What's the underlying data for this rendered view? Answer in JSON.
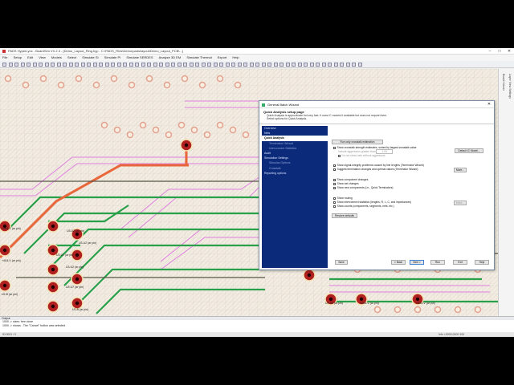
{
  "window": {
    "title": "PADS HyperLynx - BoardSim VX.2.3 - [Demo_Layout_Ring.hyp - C:\\PADS_Files\\Demo\\pads\\layout\\Demo_Layout_PCB\\...]",
    "minimize": "–",
    "maximize": "□",
    "close": "✕"
  },
  "menu": [
    "File",
    "Setup",
    "Edit",
    "View",
    "Models",
    "Select",
    "Simulate SI",
    "Simulate PI",
    "Simulate SERDES",
    "Analyze 3D EM",
    "Simulate Thermal",
    "Export",
    "Help"
  ],
  "right_tabs": [
    "Board Viewer",
    "Layer View Settings"
  ],
  "dialog": {
    "title": "General Batch Wizard",
    "close": "✕",
    "header_title": "Quick Analysis setup page",
    "header_desc": [
      "Quick Analysis is approximate but very fast. It uses IC models if available but does not require them.",
      "Select options for Quick Analysis."
    ],
    "nav_items": [
      {
        "label": "Overview",
        "level": 0,
        "selected": false
      },
      {
        "label": "Nets",
        "level": 0,
        "selected": false
      },
      {
        "label": "Quick Analysis",
        "level": 0,
        "selected": true
      },
      {
        "label": "Termination Wizard",
        "level": 1,
        "selected": false
      },
      {
        "label": "Interconnect Statistics",
        "level": 1,
        "selected": false
      },
      {
        "label": "Audit",
        "level": 0,
        "selected": false
      },
      {
        "label": "Simulation Settings",
        "level": 0,
        "selected": false
      },
      {
        "label": "Stimulus Options",
        "level": 1,
        "selected": false
      },
      {
        "label": "Crosstalk",
        "level": 1,
        "selected": false
      },
      {
        "label": "Reporting options",
        "level": 0,
        "selected": false
      }
    ],
    "run_xtalk_button": "Run only crosstalk estimation",
    "crosstalk_option": "Show crosstalk strength estimates, sorted by largest crosstalk value",
    "xtalk_threshold_label": "Include aggressors greater than",
    "xtalk_threshold_value": "1.00",
    "xtalk_subopt": "Do not show nets without aggressors",
    "default_ic_model_button": "Default IC Model...",
    "checks": [
      {
        "label": "Show signal-integrity problems caused by line lengths (Terminator Wizard)",
        "checked": true
      },
      {
        "label": "Suggest termination changes and optimal values (Terminator Wizard)",
        "checked": true
      },
      {
        "label": "Show component changes",
        "checked": true
      },
      {
        "label": "Show net changes",
        "checked": true
      },
      {
        "label": "Show new components (i.e., Quick Terminators)",
        "checked": true
      },
      {
        "label": "Show routing",
        "checked": false
      },
      {
        "label": "Show interconnect statistics (lengths, R, L, C, and impedances)",
        "checked": false
      },
      {
        "label": "Show counts (components, segments, nets, etc.)",
        "checked": false
      }
    ],
    "more_button": "More...",
    "more_button_2": "More...",
    "restore_defaults": "Restore defaults",
    "footer": {
      "save": "Save",
      "back": "< Back",
      "next": "Next >",
      "run": "Run",
      "exit": "Exit",
      "help": "Help"
    }
  },
  "pcb_labels": [
    "+4A4-V (ar pin)",
    "+4A4-V (ar pin)",
    "U2-B (ar pin)",
    "U3-U2 (ar pin)",
    "U3-U2 (ar pin)",
    "U3-U7 (ar pin)",
    "U3-U2 (ar pin)",
    "U3-U7 (ar pin)",
    "U2-B (ar pin)",
    "U3-U2 (ar pin)",
    "+4A4-V (ar pin)",
    "+4A4-V (ar pin)"
  ],
  "output": {
    "header": "Output",
    "lines": [
      "1000 -> sizes: free close",
      "1000 -> shows - The \"Cancel\" button was selected"
    ]
  },
  "status": {
    "left": "ID:0001 / 0",
    "right": "Info <0000,0000 100"
  },
  "colors": {
    "nav_bg": "#0b2a7a",
    "trace_green": "#2aa04a",
    "trace_orange": "#e8663a",
    "trace_pink": "#e080e0"
  }
}
